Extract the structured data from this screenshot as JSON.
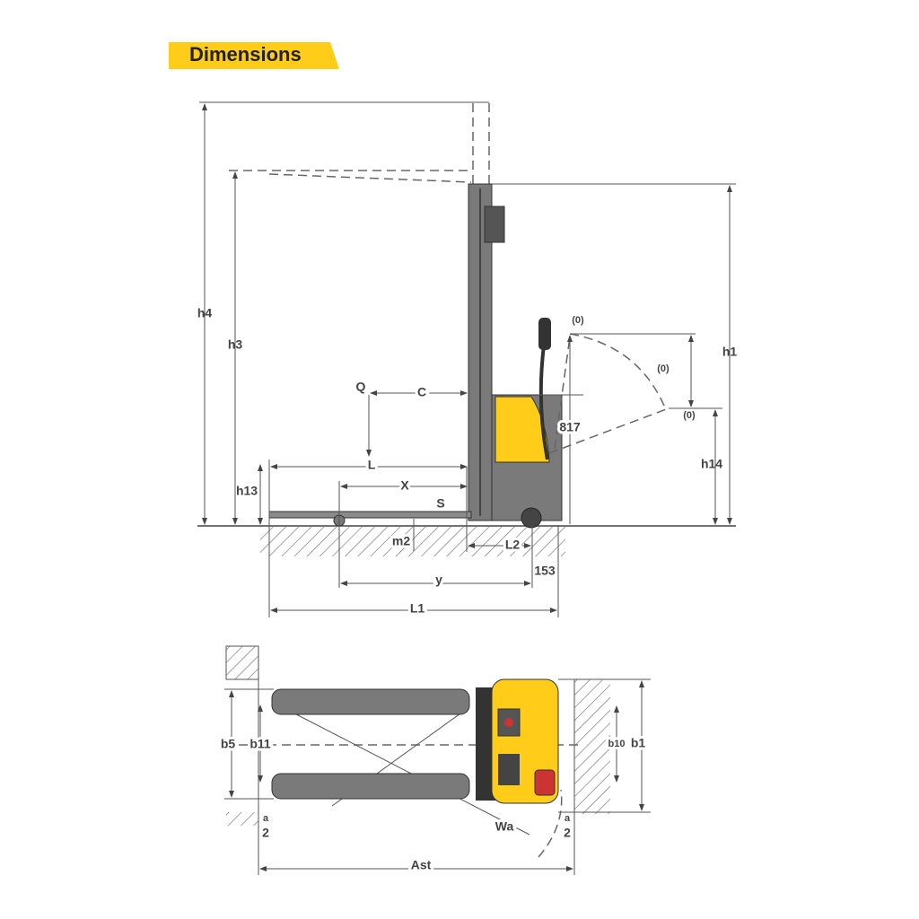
{
  "title": "Dimensions",
  "colors": {
    "accent": "#FFCC1A",
    "body": "#7a7a7a",
    "dark": "#333333"
  },
  "side_view": {
    "labels": {
      "h4": "h4",
      "h3": "h3",
      "h1": "h1",
      "h14": "h14",
      "h13": "h13",
      "Q": "Q",
      "C": "C",
      "L": "L",
      "X": "X",
      "S": "S",
      "m2": "m2",
      "L2": "L2",
      "dim153": "153",
      "y": "y",
      "L1": "L1",
      "dim817": "817",
      "zero1": "(0)",
      "zero2": "(0)",
      "zero3": "(0)"
    }
  },
  "top_view": {
    "labels": {
      "b5": "b5",
      "b11": "b11",
      "b10": "b10",
      "b1": "b1",
      "a_left": "a",
      "two_left": "2",
      "a_right": "a",
      "two_right": "2",
      "Wa": "Wa",
      "Ast": "Ast"
    }
  }
}
